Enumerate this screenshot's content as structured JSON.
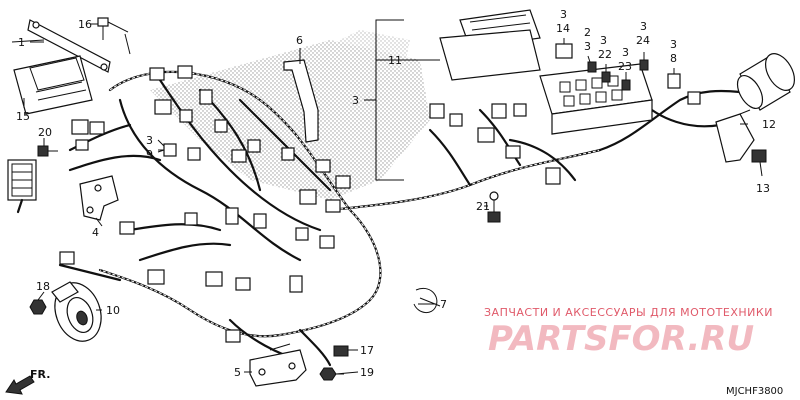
{
  "diagram": {
    "code": "MJCHF3800",
    "direction_label": "FR.",
    "callouts": [
      "1",
      "2",
      "3",
      "4",
      "5",
      "6",
      "7",
      "8",
      "9",
      "10",
      "11",
      "12",
      "13",
      "14",
      "15",
      "16",
      "17",
      "18",
      "19",
      "20",
      "21",
      "22",
      "23",
      "24"
    ]
  },
  "watermark": {
    "tagline": "ЗАПЧАСТИ И АКСЕССУАРЫ ДЛЯ МОТОТЕХНИКИ",
    "logo": "PARTSFOR.RU"
  }
}
